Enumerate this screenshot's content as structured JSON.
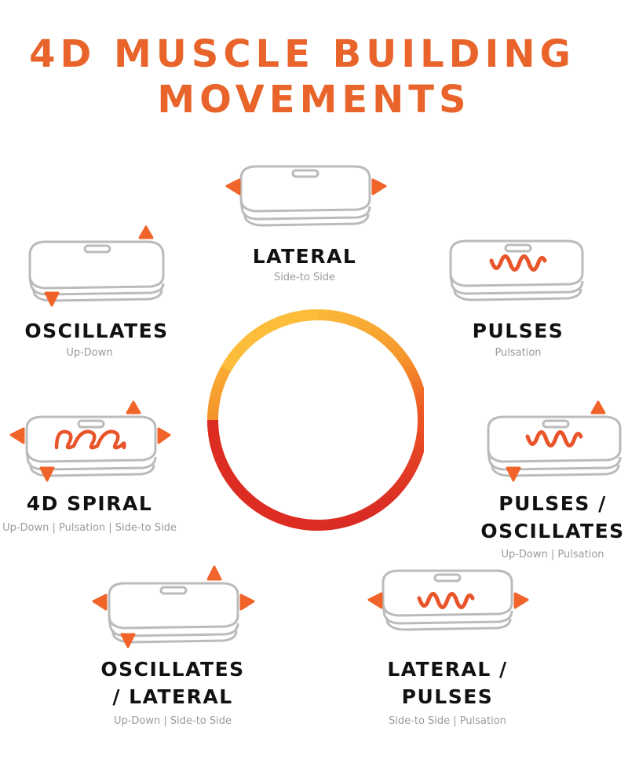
{
  "title": {
    "line1": "4D MUSCLE BUILDING",
    "line2": "MOVEMENTS"
  },
  "colors": {
    "title": "#e8642a",
    "accent": "#f0642a",
    "outline": "#b8b8b8",
    "ring_top": "#fbbd3a",
    "ring_mid": "#f07a26",
    "ring_bottom": "#e02a22"
  },
  "movements": [
    {
      "id": "lateral",
      "name": "LATERAL",
      "desc": "Side-to Side"
    },
    {
      "id": "oscillates",
      "name": "OSCILLATES",
      "desc": "Up-Down"
    },
    {
      "id": "pulses",
      "name": "PULSES",
      "desc": "Pulsation"
    },
    {
      "id": "spiral",
      "name": "4D SPIRAL",
      "desc": "Up-Down | Pulsation | Side-to Side"
    },
    {
      "id": "pulses-oscillates",
      "name_line1": "PULSES /",
      "name_line2": "OSCILLATES",
      "desc": "Up-Down | Pulsation"
    },
    {
      "id": "oscillates-lateral",
      "name_line1": "OSCILLATES",
      "name_line2": "/ LATERAL",
      "desc": "Up-Down | Side-to Side"
    },
    {
      "id": "lateral-pulses",
      "name_line1": "LATERAL /",
      "name_line2": "PULSES",
      "desc": "Side-to Side | Pulsation"
    }
  ]
}
